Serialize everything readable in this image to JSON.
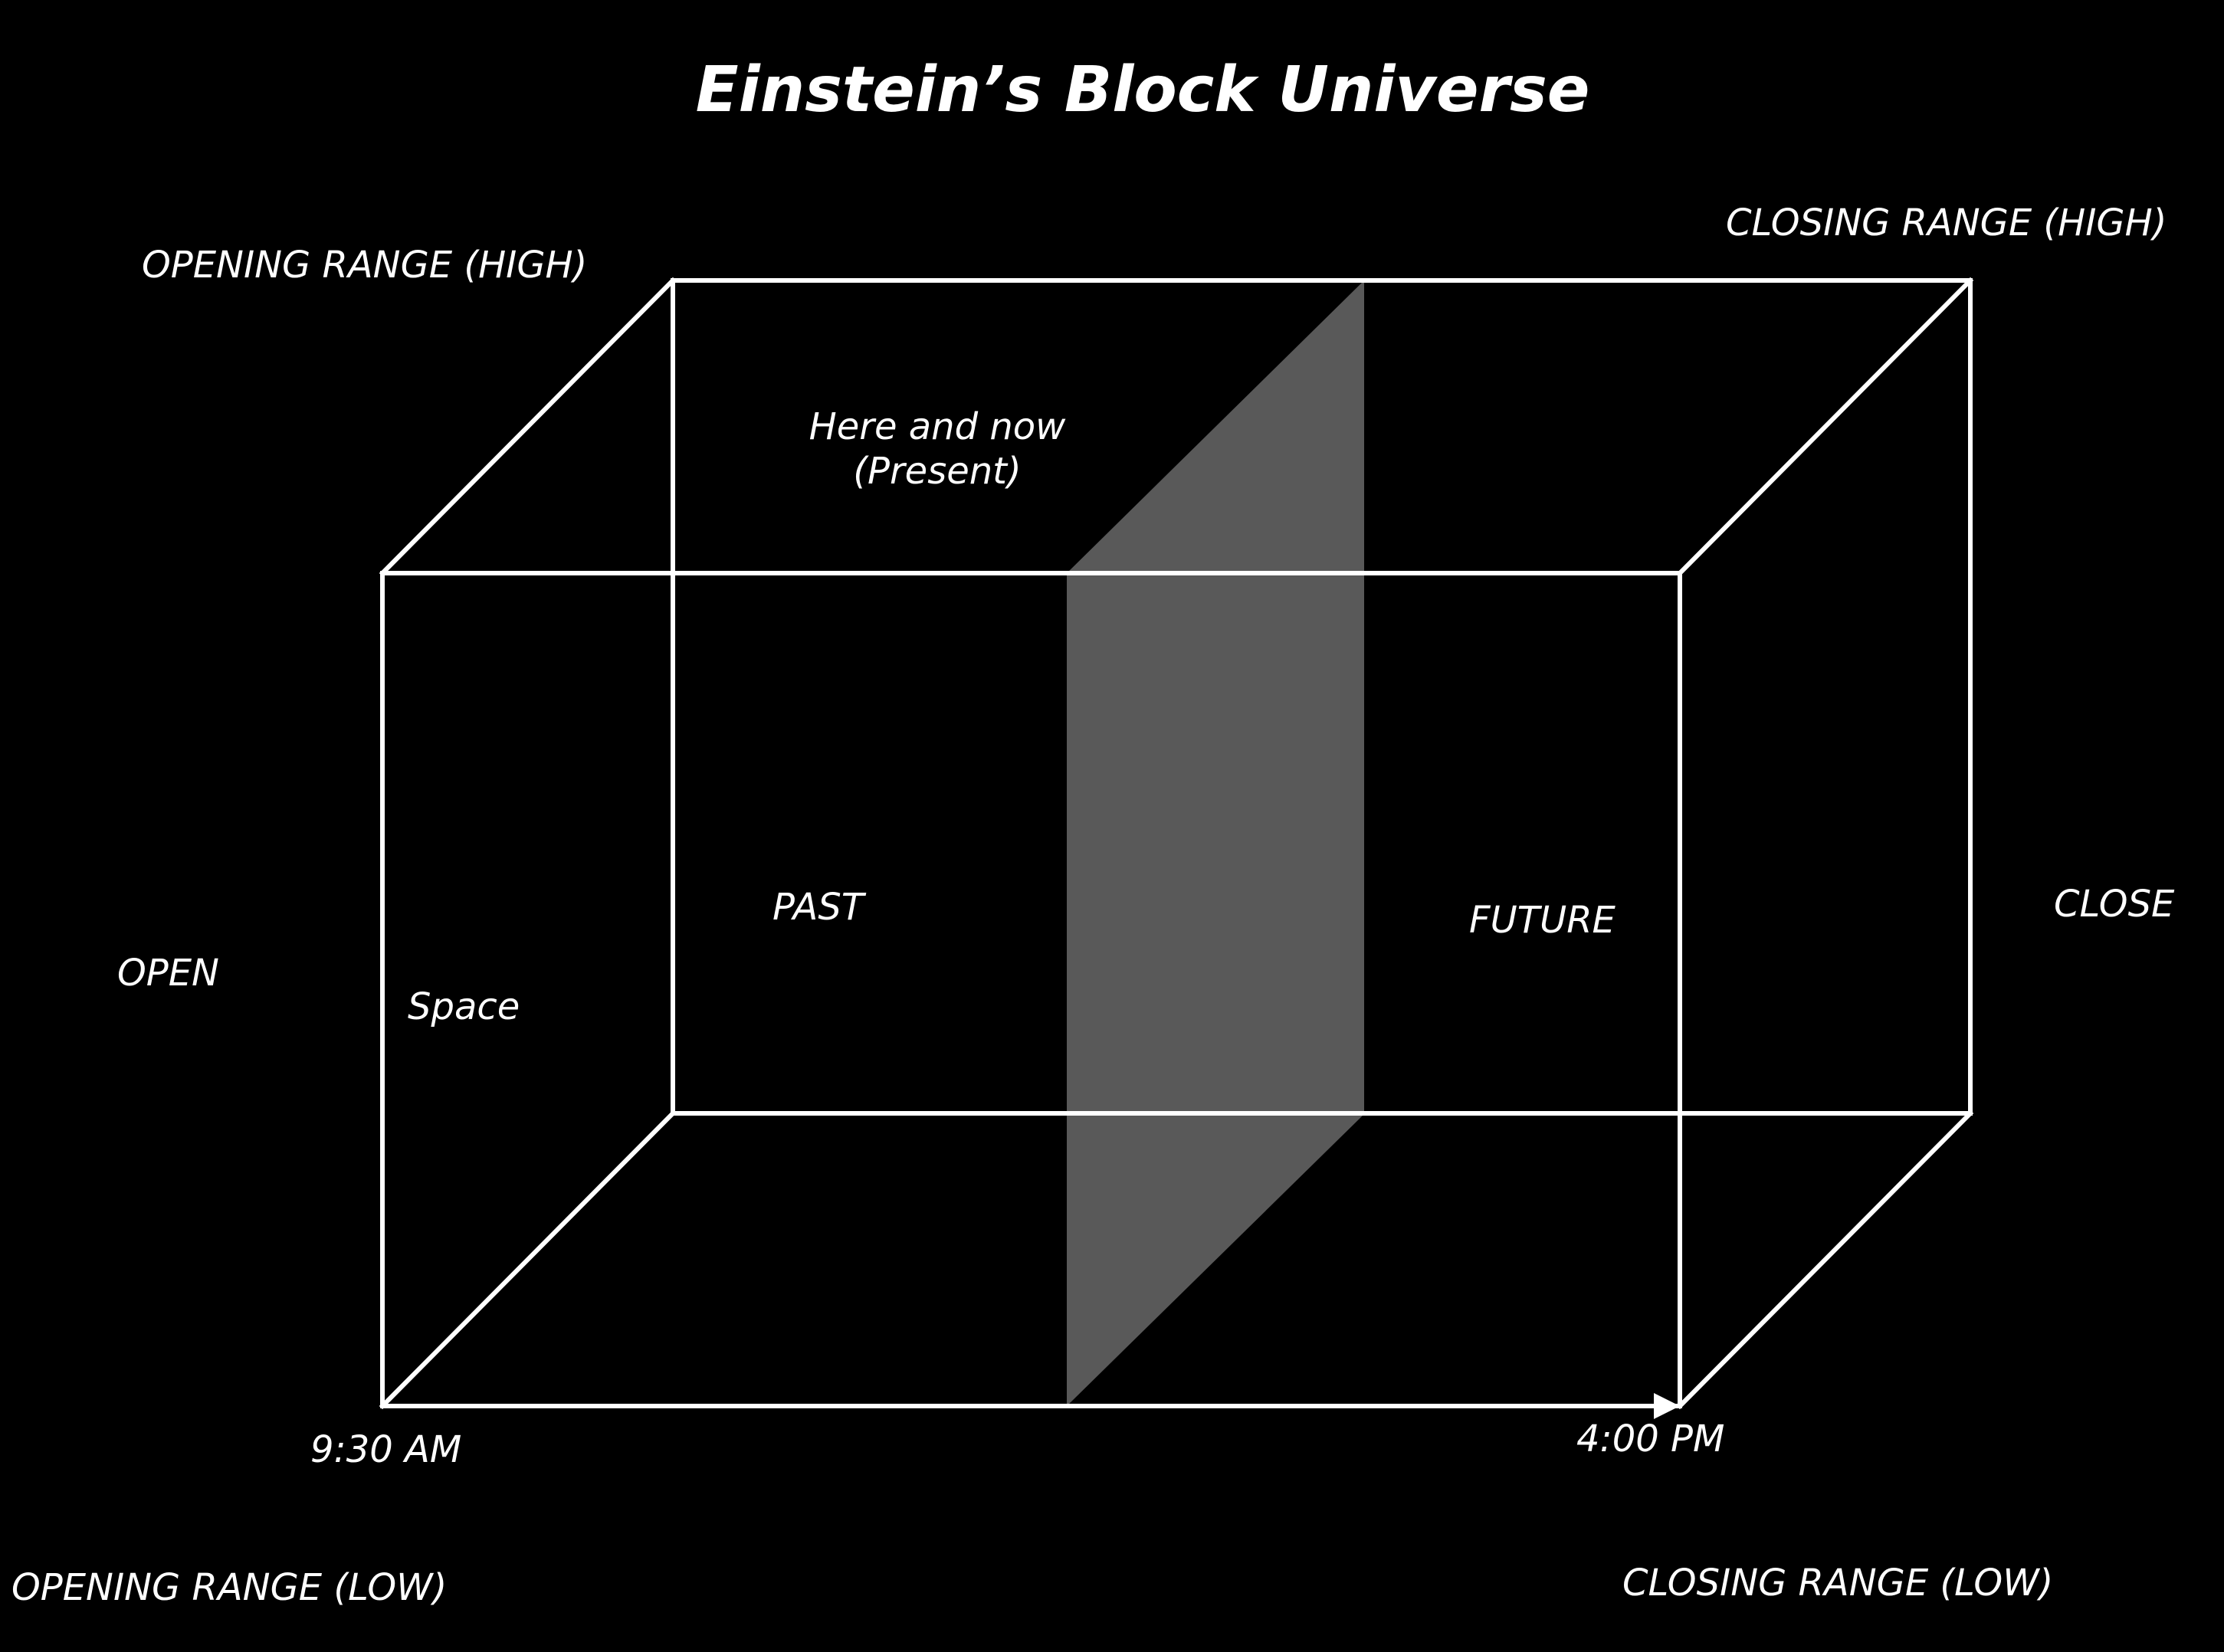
{
  "title": "Einstein’s Block Universe",
  "labels": {
    "opening_range_high": "OPENING RANGE (HIGH)",
    "closing_range_high": "CLOSING RANGE (HIGH)",
    "here_and_now": "Here and now",
    "present": "(Present)",
    "past": "PAST",
    "future": "FUTURE",
    "open": "OPEN",
    "close": "CLOSE",
    "space": "Space",
    "start_time": "9:30 AM",
    "end_time": "4:00 PM",
    "opening_range_low": "OPENING RANGE (LOW)",
    "closing_range_low": "CLOSING RANGE (LOW)"
  },
  "colors": {
    "background": "#000000",
    "lines": "#ffffff",
    "present_slice": "#595959"
  }
}
